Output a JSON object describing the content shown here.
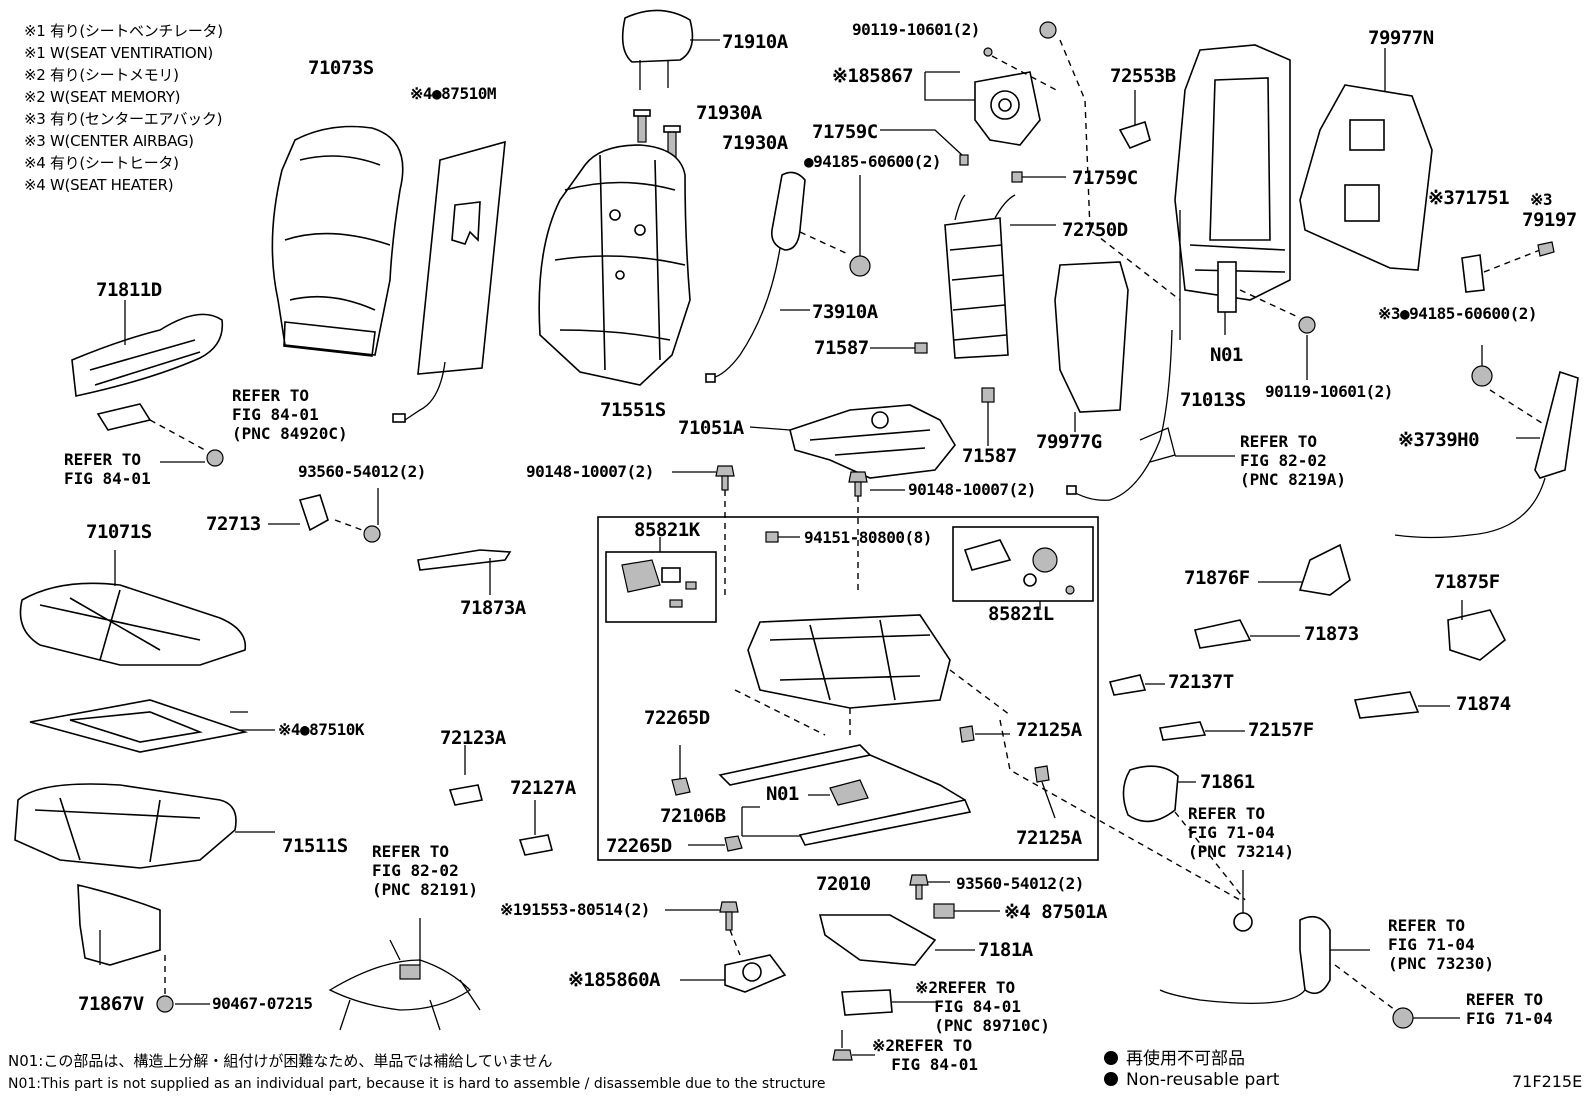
{
  "notes": [
    "※1 有り(シートベンチレータ)",
    "※1 W(SEAT VENTIRATION)",
    "※2 有り(シートメモリ)",
    "※2 W(SEAT MEMORY)",
    "※3 有り(センターエアバック)",
    "※3 W(CENTER AIRBAG)",
    "※4 有り(シートヒータ)",
    "※4 W(SEAT HEATER)"
  ],
  "parts": {
    "p71073S": "71073S",
    "p87510M": "※4●87510M",
    "p71910A": "71910A",
    "p71930A_1": "71930A",
    "p71930A_2": "71930A",
    "p90119_top": "90119-10601(2)",
    "p85867": "※185867",
    "p72553B": "72553B",
    "p79977N": "79977N",
    "p71759C_1": "71759C",
    "p94185_1": "●94185-60600(2)",
    "p71759C_2": "71759C",
    "p71751": "※371751",
    "p79197_mark": "※3",
    "p79197": "79197",
    "p72750D": "72750D",
    "p94185_2": "※3●94185-60600(2)",
    "p71811D": "71811D",
    "p73910A": "73910A",
    "p71587_1": "71587",
    "pN01_1": "N01",
    "p71551S": "71551S",
    "p71013S": "71013S",
    "p90119_mid": "90119-10601(2)",
    "p71051A": "71051A",
    "p71587_2": "71587",
    "p79977G": "79977G",
    "p739H0": "※3739H0",
    "p90148_1": "90148-10007(2)",
    "p90148_2": "90148-10007(2)",
    "p93560_1": "93560-54012(2)",
    "p72713": "72713",
    "p71071S": "71071S",
    "p85821K": "85821K",
    "p94151": "94151-80800(8)",
    "p71873A": "71873A",
    "p85821L": "85821L",
    "p71876F": "71876F",
    "p71875F": "71875F",
    "p71873": "71873",
    "p72137T": "72137T",
    "p71874": "71874",
    "p87510K": "※4●87510K",
    "p72123A": "72123A",
    "p72265D_1": "72265D",
    "p72125A_1": "72125A",
    "p72157F": "72157F",
    "p72127A": "72127A",
    "pN01_2": "N01",
    "p72106B": "72106B",
    "p71861": "71861",
    "p72265D_2": "72265D",
    "p72125A_2": "72125A",
    "p71511S": "71511S",
    "p72010": "72010",
    "p93560_2": "93560-54012(2)",
    "p91553": "※191553-80514(2)",
    "p87501A": "※4 87501A",
    "p7181A": "7181A",
    "p85860A": "※185860A",
    "p71867V": "71867V",
    "p90467": "90467-07215"
  },
  "refs": {
    "r84920C": "REFER TO\nFIG 84-01\n(PNC 84920C)",
    "r8401_a": "REFER TO\nFIG 84-01",
    "r8219A": "REFER TO\nFIG 82-02\n(PNC 8219A)",
    "r82191": "REFER TO\nFIG 82-02\n(PNC 82191)",
    "r73214": "REFER TO\nFIG 71-04\n(PNC 73214)",
    "r73230": "REFER TO\nFIG 71-04\n(PNC 73230)",
    "r89710C": "※2REFER TO\n  FIG 84-01\n  (PNC 89710C)",
    "r8401_b": "※2REFER TO\n  FIG 84-01",
    "r7104": "REFER TO\nFIG 71-04"
  },
  "footer": {
    "jp": "N01:この部品は、構造上分解・組付けが困難なため、単品では補給していません",
    "en": "N01:This part is not supplied as an individual part, because it is hard to assemble / disassemble due to the structure"
  },
  "legend": {
    "jp": "再使用不可部品",
    "en": "Non-reusable part"
  },
  "figure_code": "71F215E"
}
